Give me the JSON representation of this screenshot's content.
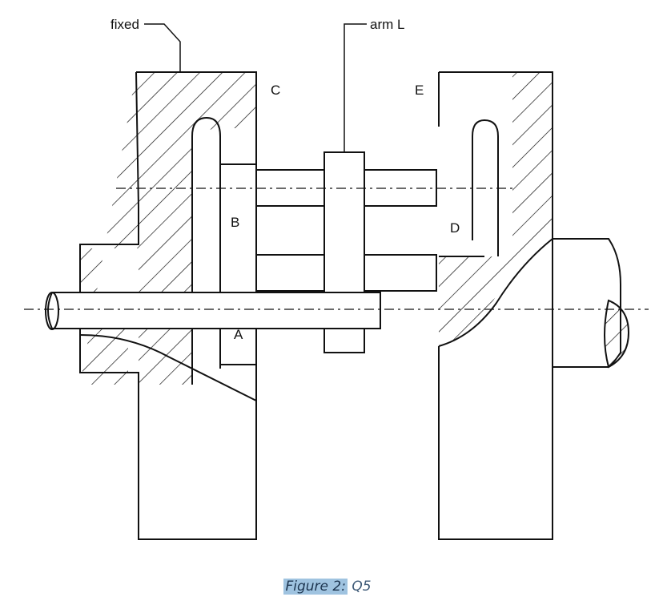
{
  "diagram": {
    "labels": {
      "fixed": "fixed",
      "arm": "arm L",
      "A": "A",
      "B": "B",
      "C": "C",
      "D": "D",
      "E": "E"
    }
  },
  "caption": {
    "label": "Figure 2:",
    "text": "Q5"
  },
  "colors": {
    "stroke": "#111111",
    "caption_highlight": "#9fc3e0",
    "caption_text": "#3f5b78"
  }
}
